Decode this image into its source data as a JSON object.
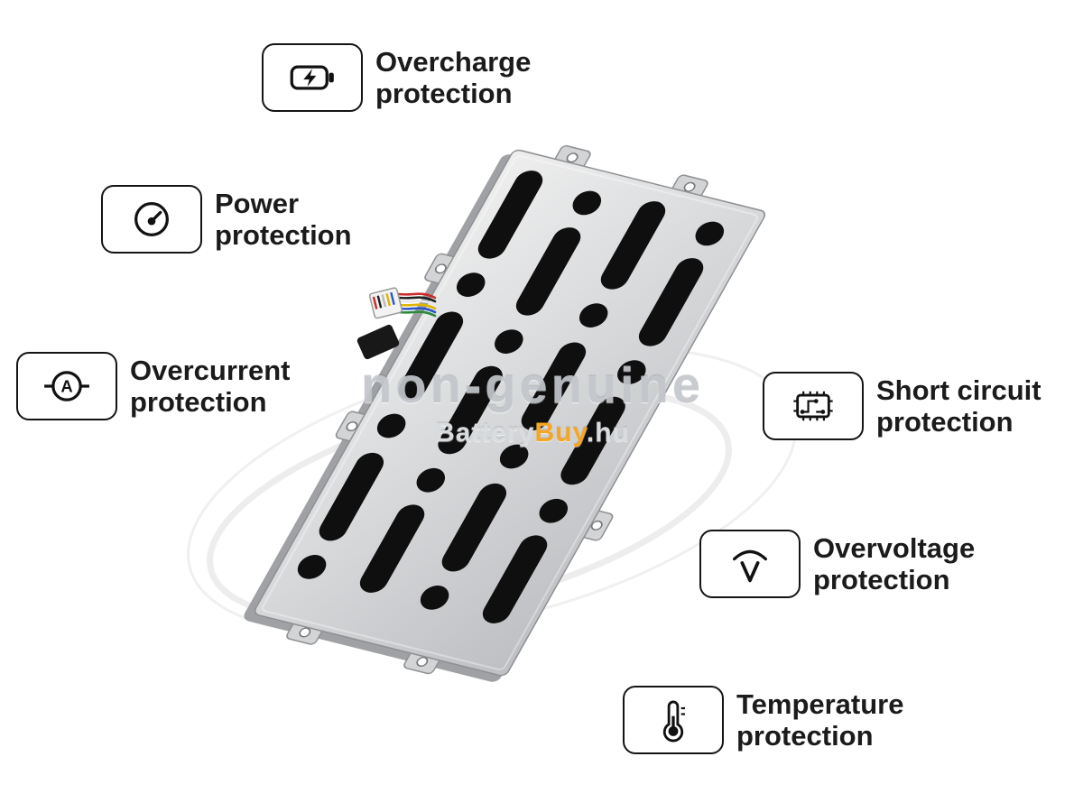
{
  "colors": {
    "background": "#ffffff",
    "text": "#1b1b1b",
    "accent_orange": "#f5a623",
    "watermark_gray": "#c3c7cc",
    "battery_steel": "#d6d8da",
    "slot_black": "#0f0f0f"
  },
  "features": [
    {
      "id": "overcharge",
      "icon": "battery-charge-icon",
      "line1": "Overcharge",
      "line2": "protection"
    },
    {
      "id": "power",
      "icon": "gauge-icon",
      "line1": "Power",
      "line2": "protection"
    },
    {
      "id": "overcurrent",
      "icon": "ampere-icon",
      "line1": "Overcurrent",
      "line2": "protection"
    },
    {
      "id": "short-circuit",
      "icon": "circuit-chip-icon",
      "line1": "Short circuit",
      "line2": "protection"
    },
    {
      "id": "overvoltage",
      "icon": "voltage-arc-icon",
      "line1": "Overvoltage",
      "line2": "protection"
    },
    {
      "id": "temperature",
      "icon": "thermometer-icon",
      "line1": "Temperature",
      "line2": "protection"
    }
  ],
  "watermark": {
    "line1": "non-genuine",
    "brand_part1": "Battery",
    "brand_part2": "Buy",
    "brand_part3": ".hu"
  }
}
